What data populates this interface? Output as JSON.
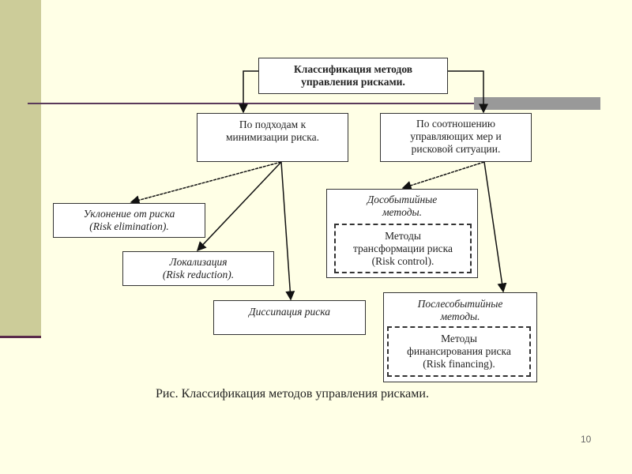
{
  "root": [
    "Классификация методов",
    "управления рисками."
  ],
  "approach": [
    "По подходам к",
    "минимизации риска."
  ],
  "ratio": [
    "По соотношению",
    "управляющих мер и",
    "рисковой ситуации."
  ],
  "elimination": [
    "Уклонение от риска",
    "(Risk elimination)."
  ],
  "reduction": [
    "Локализация",
    "(Risk reduction)."
  ],
  "dissipation": [
    "Диссипация риска"
  ],
  "pre_event": {
    "title": [
      "Дособытийные",
      "методы."
    ],
    "inner": [
      "Методы",
      "трансформации риска",
      "(Risk control)."
    ]
  },
  "post_event": {
    "title": [
      "Послесобытийные",
      "методы."
    ],
    "inner": [
      "Методы",
      "финансирования риска",
      "(Risk financing)."
    ]
  },
  "caption": "Рис. Классификация методов управления рисками.",
  "page_number": "10"
}
